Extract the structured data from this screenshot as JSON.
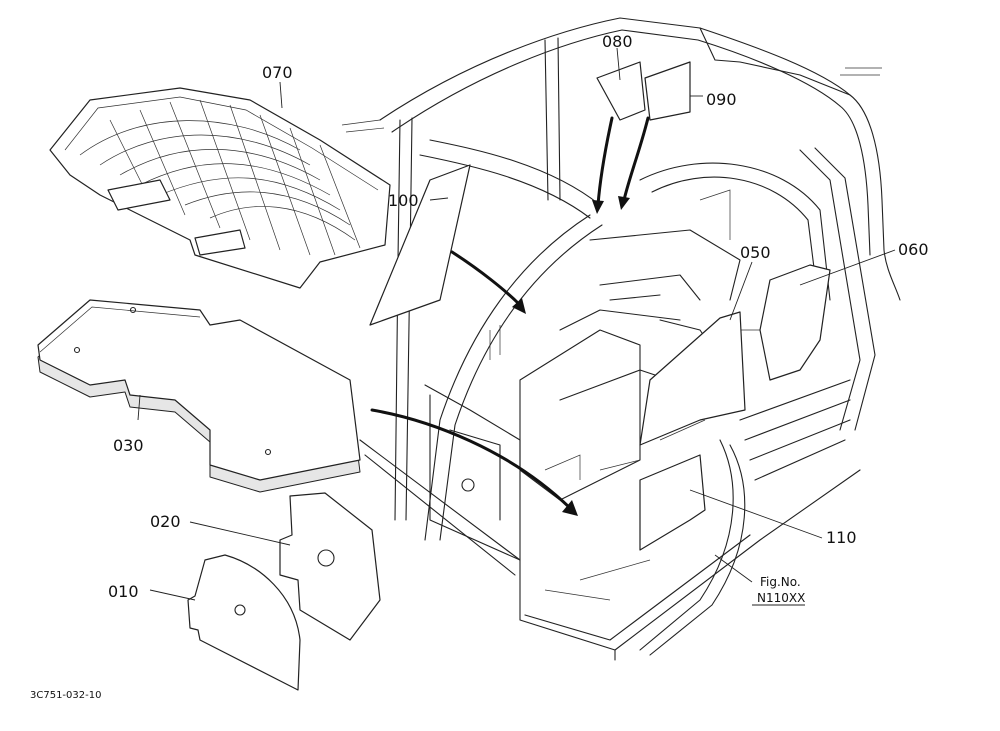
{
  "figure": {
    "figure_number_label": "Fig.No.",
    "figure_number": "N110XX",
    "drawing_code": "3C751-032-10"
  },
  "callouts": {
    "p010": "010",
    "p020": "020",
    "p030": "030",
    "p050": "050",
    "p060": "060",
    "p070": "070",
    "p080": "080",
    "p090": "090",
    "p100": "100",
    "p110": "110"
  },
  "colors": {
    "line": "#222222",
    "background": "#ffffff"
  }
}
